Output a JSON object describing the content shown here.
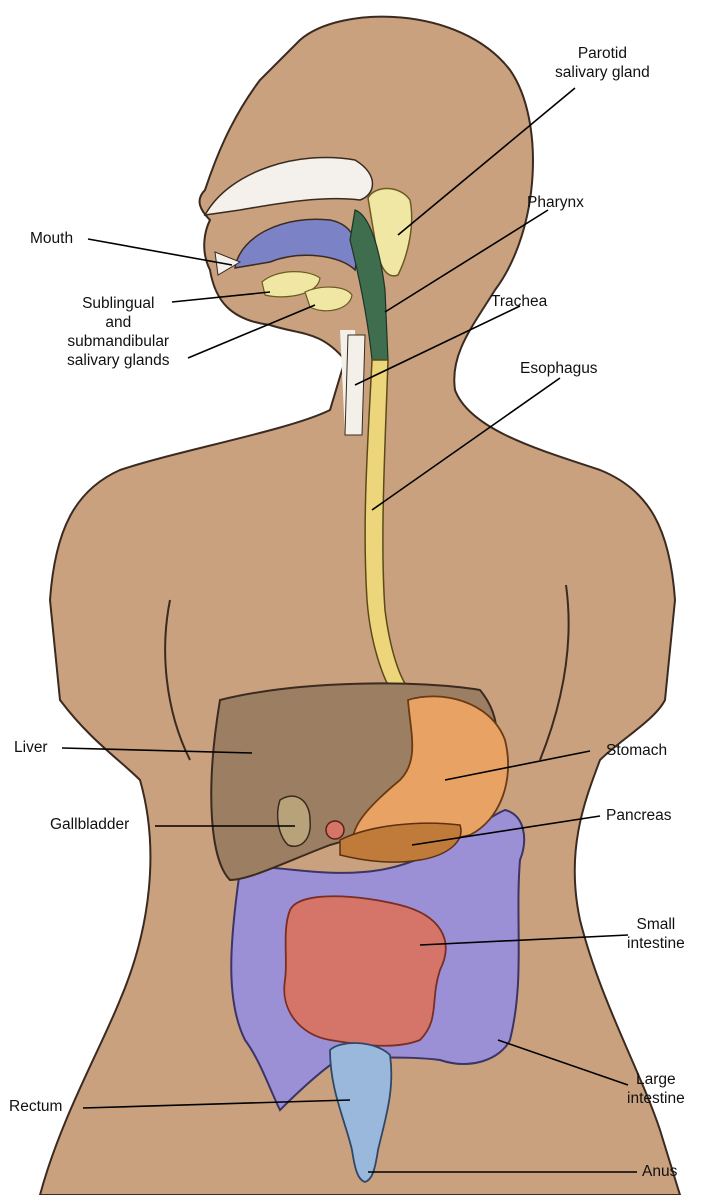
{
  "labels": {
    "parotid": [
      "Parotid",
      "salivary gland"
    ],
    "mouth": "Mouth",
    "pharynx": "Pharynx",
    "sublingual": [
      "Sublingual",
      "and",
      "submandibular",
      "salivary glands"
    ],
    "trachea": "Trachea",
    "esophagus": "Esophagus",
    "liver": "Liver",
    "stomach": "Stomach",
    "gallbladder": "Gallbladder",
    "pancreas": "Pancreas",
    "small_intestine": [
      "Small",
      "intestine"
    ],
    "rectum": "Rectum",
    "large_intestine": [
      "Large",
      "intestine"
    ],
    "anus": "Anus"
  },
  "colors": {
    "skin": "#c9a17e",
    "skin_outline": "#3a2a20",
    "liver": "#9c7f62",
    "stomach": "#e8a264",
    "esophagus": "#ecd57a",
    "pharynx": "#3f6e4f",
    "salivary": "#f1e7a4",
    "large_intestine": "#9b90d6",
    "small_intestine": "#d5756a",
    "rectum": "#9ab7dc",
    "pancreas": "#c07a3a",
    "gallbladder": "#b7a27a",
    "nasal": "#f4f1ec",
    "mouth_cavity": "#7b82c6"
  }
}
